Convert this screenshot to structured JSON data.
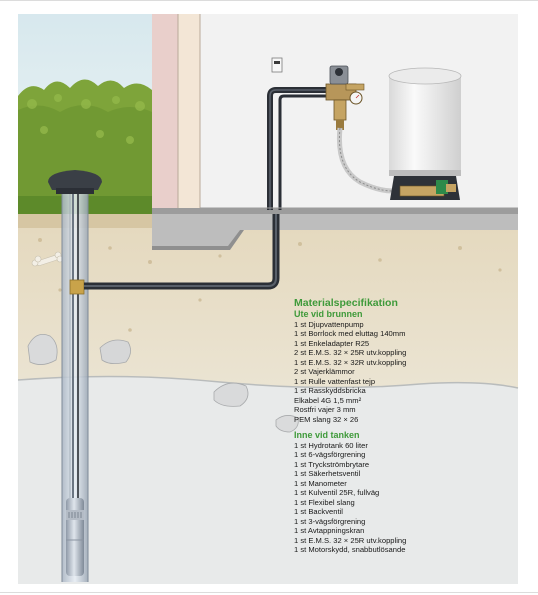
{
  "spec": {
    "title": "Materialspecifikation",
    "outside": {
      "heading": "Ute vid brunnen",
      "items": [
        "1 st Djupvattenpump",
        "1 st Borrlock med eluttag 140mm",
        "1 st Enkeladapter R25",
        "2 st E.M.S. 32 × 25R utv.koppling",
        "1 st E.M.S. 32 × 32R utv.koppling",
        "2 st Vajerklämmor",
        "1 st Rulle vattenfast tejp",
        "1 st Rasskyddsbricka",
        "Elkabel 4G 1,5 mm²",
        "Rostfri vajer 3 mm",
        "PEM slang 32 × 26"
      ]
    },
    "inside": {
      "heading": "Inne vid tanken",
      "items": [
        "1 st Hydrotank 60 liter",
        "1 st 6-vägsförgrening",
        "1 st Tryckströmbrytare",
        "1 st Säkerhetsventil",
        "1 st Manometer",
        "1 st Kulventil 25R, fullväg",
        "1 st Flexibel slang",
        "1 st Backventil",
        "1 st 3-vägsförgrening",
        "1 st Avtappningskran",
        "1 st E.M.S. 32 × 25R utv.koppling",
        "1 st Motorskydd, snabbutlösande"
      ]
    }
  },
  "colors": {
    "sky": "#cfe3ea",
    "grass": "#7ea43a",
    "soil": "#e6dcc6",
    "wall": "#f0f0f0",
    "tank": "#eeeeee",
    "pipe": "#2b2f36",
    "accent": "#3f9a3a"
  }
}
